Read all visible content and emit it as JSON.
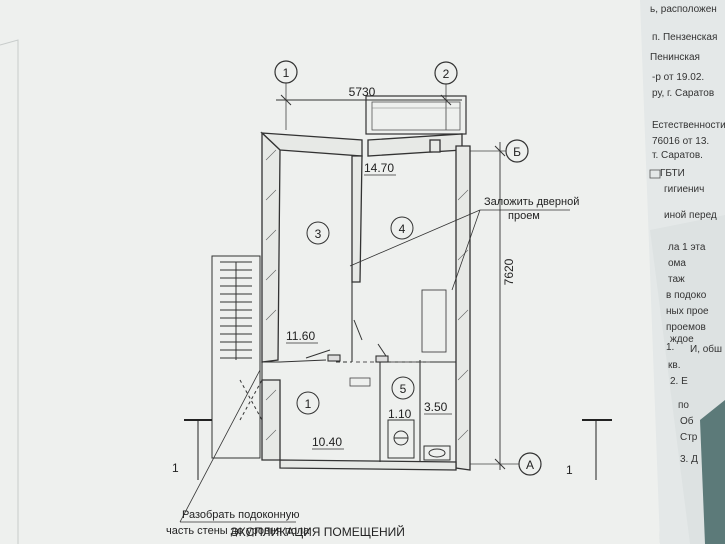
{
  "plan": {
    "dimension_top": "5730",
    "dimension_side": "7620",
    "axes": [
      "1",
      "2",
      "Б",
      "А"
    ],
    "rooms": [
      {
        "number": "3",
        "area": "11.60"
      },
      {
        "number": "4",
        "area": "14.70"
      },
      {
        "number": "1",
        "area": "10.40"
      },
      {
        "number": "5",
        "area": "3.50"
      },
      {
        "number": "",
        "area": "1.10"
      }
    ],
    "section_mark": "1",
    "notes": {
      "door_line1": "Заложить дверной",
      "door_line2": "проем",
      "wall_line1": "Разобрать подоконную",
      "wall_line2": "часть стены до уровня пола"
    },
    "explication_title": "ЭКСПЛИКАЦИЯ ПОМЕЩЕНИЙ"
  },
  "side_sheet": {
    "lines": [
      "",
      "ь, расположен",
      "п. Пензенская",
      "-р от 19.02.",
      "ру, г. Саратов",
      "Пенинская",
      "Естественности",
      "76016 от 13.",
      "т. Саратов.",
      "ГБТИ",
      "гигиенич",
      "иной перед",
      "ла 1 эта",
      "ома",
      "таж",
      "в подоко",
      "ных прое",
      "проемов",
      "ждое",
      "И, обш",
      "1.",
      "кв.",
      "2. Е",
      "по",
      "Об",
      "Стр",
      "3. Д"
    ]
  }
}
